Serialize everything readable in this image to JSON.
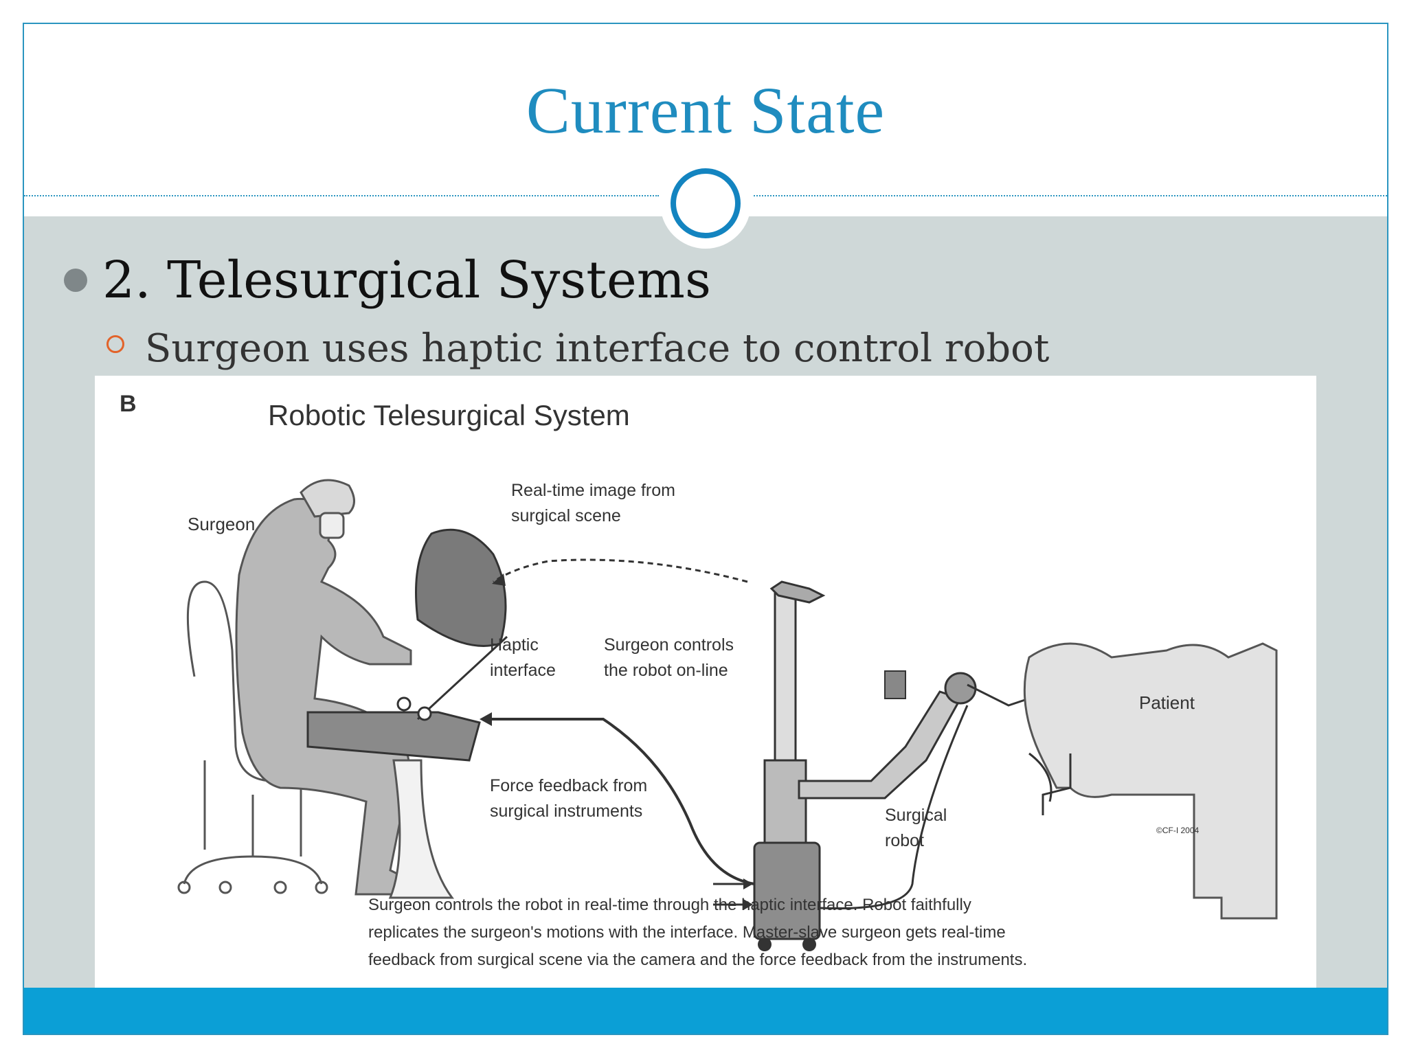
{
  "slide": {
    "title": "Current State",
    "bullet_level1": "2. Telesurgical Systems",
    "bullet_level2": "Surgeon uses haptic interface to control robot"
  },
  "figure": {
    "panel_letter": "B",
    "heading": "Robotic Telesurgical System",
    "labels": {
      "surgeon": "Surgeon",
      "realtime_line1": "Real-time image from",
      "realtime_line2": "surgical scene",
      "haptic_line1": "Haptic",
      "haptic_line2": "interface",
      "controls_line1": "Surgeon controls",
      "controls_line2": "the robot on-line",
      "force_line1": "Force feedback from",
      "force_line2": "surgical instruments",
      "robot_line1": "Surgical",
      "robot_line2": "robot",
      "patient": "Patient",
      "copyright": "©CF-I 2004"
    },
    "caption_lines": [
      "Surgeon controls the robot in real-time through the haptic interface. Robot faithfully",
      "replicates the surgeon's motions with the interface. Master-slave surgeon gets real-time",
      "feedback from surgical scene via the camera and the force feedback from the instruments."
    ]
  },
  "colors": {
    "title": "#1f8cbf",
    "content_background": "#cfd8d8",
    "bottom_bar": "#0b9fd6",
    "bullet_level2": "#e2632a"
  }
}
